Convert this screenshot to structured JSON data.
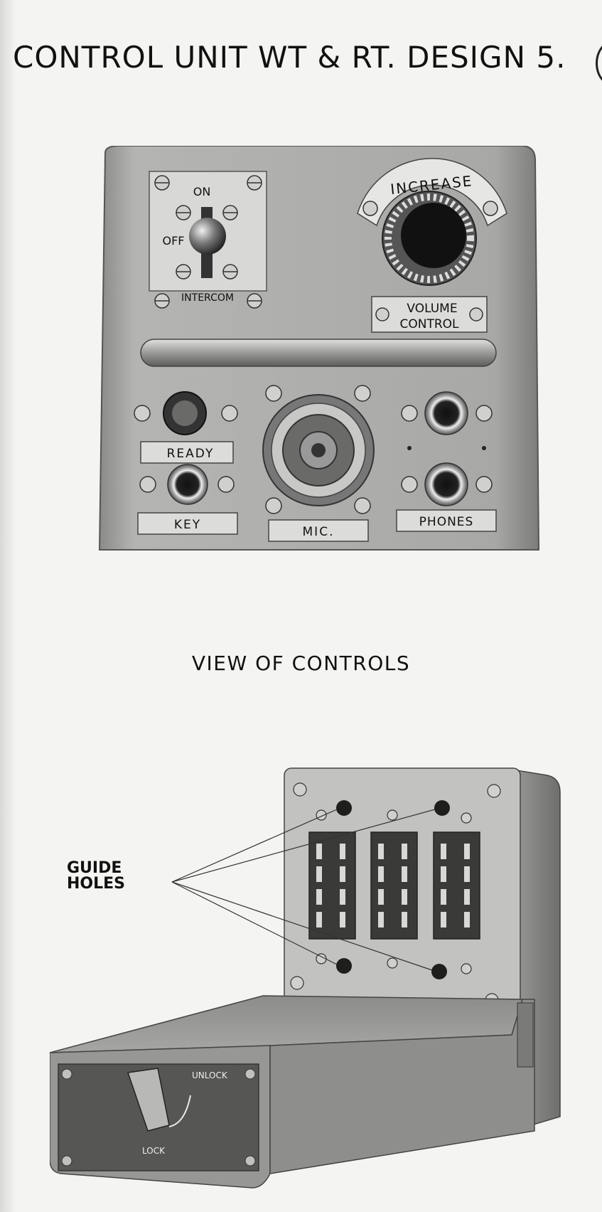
{
  "title": "CONTROL UNIT WT & RT. DESIGN 5.",
  "front_view": {
    "switch_on": "ON",
    "switch_off": "OFF",
    "switch_label": "INTERCOM",
    "knob_increase": "INCREASE",
    "volume_label_line1": "VOLUME",
    "volume_label_line2": "CONTROL",
    "ready_label": "READY",
    "key_label": "KEY",
    "mic_label": "MIC.",
    "phones_label": "PHONES"
  },
  "caption": "VIEW OF CONTROLS",
  "rear_view": {
    "guide_label_line1": "GUIDE",
    "guide_label_line2": "HOLES",
    "unlock_label": "UNLOCK",
    "lock_label": "LOCK"
  }
}
